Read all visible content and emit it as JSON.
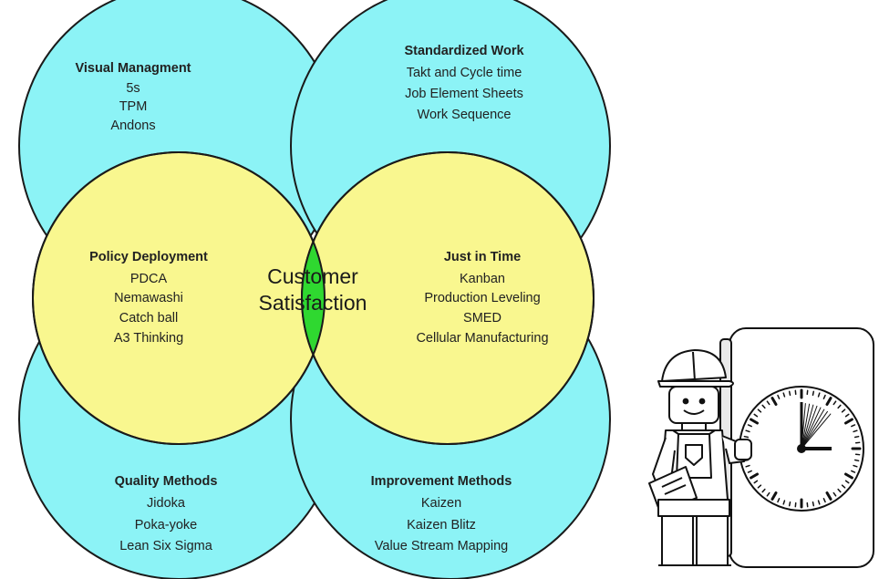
{
  "diagram": {
    "center": {
      "line1": "Customer",
      "line2": "Satisfaction"
    },
    "groups": [
      {
        "title": "Visual Managment",
        "items": [
          "5s",
          "TPM",
          "Andons"
        ]
      },
      {
        "title": "Standardized Work",
        "items": [
          "Takt and Cycle time",
          "Job Element Sheets",
          "Work Sequence"
        ]
      },
      {
        "title": "Policy Deployment",
        "items": [
          "PDCA",
          "Nemawashi",
          "Catch ball",
          "A3 Thinking"
        ]
      },
      {
        "title": "Just in Time",
        "items": [
          "Kanban",
          "Production Leveling",
          "SMED",
          "Cellular Manufacturing"
        ]
      },
      {
        "title": "Quality Methods",
        "items": [
          "Jidoka",
          "Poka-yoke",
          "Lean Six Sigma"
        ]
      },
      {
        "title": "Improvement Methods",
        "items": [
          "Kaizen",
          "Kaizen Blitz",
          "Value Stream Mapping"
        ]
      }
    ],
    "colors": {
      "outer": "#8cf3f6",
      "inner": "#f9f78f",
      "center": "#2fd830",
      "stroke": "#1a1a1a"
    }
  },
  "illustration": {
    "subject": "worker-figure-with-clock",
    "clipboard_text": ""
  }
}
